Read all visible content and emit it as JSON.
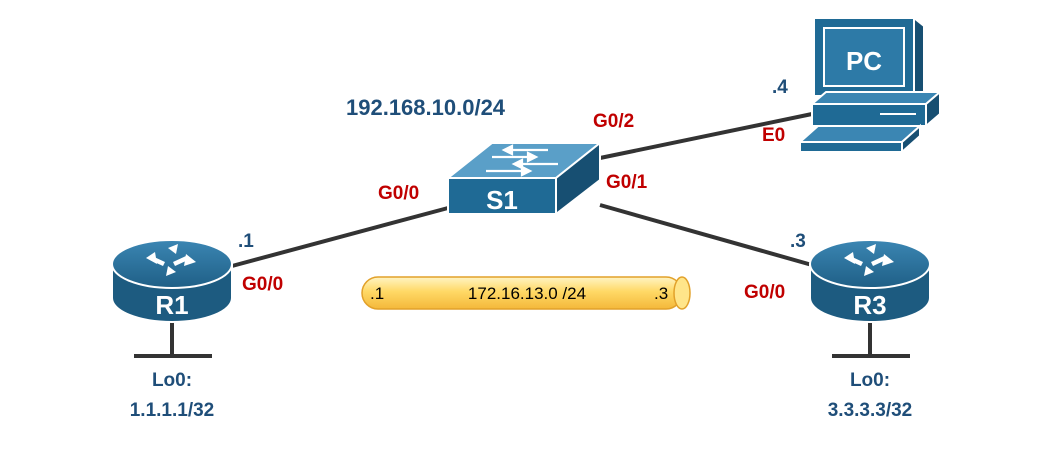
{
  "colors": {
    "device_top": "#2a6f98",
    "device_side": "#1d5b80",
    "link": "#333333",
    "interface": "#c00000",
    "label": "#1f4e79",
    "tunnel_fill": "#ffd966"
  },
  "network_label": "192.168.10.0/24",
  "tunnel": {
    "left": ".1",
    "subnet": "172.16.13.0 /24",
    "right": ".3"
  },
  "devices": {
    "switch": {
      "name": "S1",
      "icon": "switch-icon"
    },
    "r1": {
      "name": "R1",
      "icon": "router-icon",
      "loopback_label": "Lo0:",
      "loopback_ip": "1.1.1.1/32"
    },
    "r3": {
      "name": "R3",
      "icon": "router-icon",
      "loopback_label": "Lo0:",
      "loopback_ip": "3.3.3.3/32"
    },
    "pc": {
      "name": "PC",
      "icon": "pc-icon"
    }
  },
  "links": [
    {
      "from": "R1",
      "to": "S1",
      "from_if": "G0/0",
      "to_if": "G0/0",
      "from_ip": ".1"
    },
    {
      "from": "R3",
      "to": "S1",
      "from_if": "G0/0",
      "to_if": "G0/1",
      "from_ip": ".3"
    },
    {
      "from": "PC",
      "to": "S1",
      "from_if": "E0",
      "to_if": "G0/2",
      "from_ip": ".4"
    }
  ]
}
